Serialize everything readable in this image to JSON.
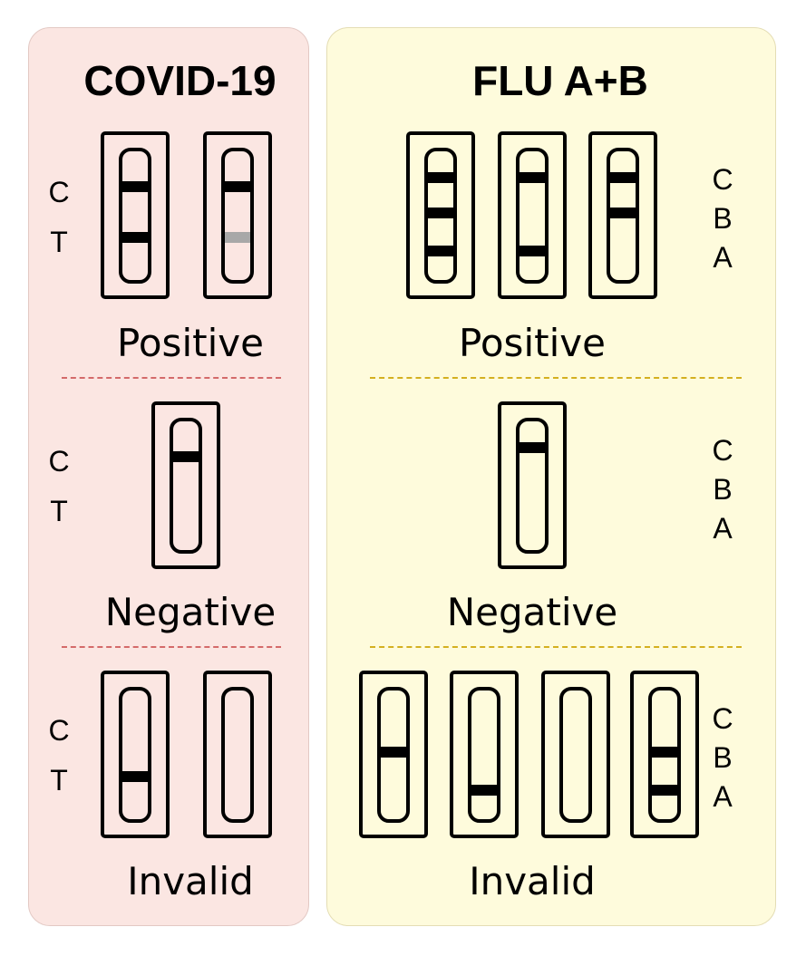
{
  "covid": {
    "title": "COVID-19",
    "lines": [
      "C",
      "T"
    ],
    "sections": [
      {
        "result": "Positive",
        "strips": [
          {
            "bands": {
              "C": "strong",
              "T": "strong"
            }
          },
          {
            "bands": {
              "C": "strong",
              "T": "faint"
            }
          }
        ]
      },
      {
        "result": "Negative",
        "strips": [
          {
            "bands": {
              "C": "strong"
            }
          }
        ]
      },
      {
        "result": "Invalid",
        "strips": [
          {
            "bands": {
              "T": "strong"
            }
          },
          {
            "bands": {}
          }
        ]
      }
    ],
    "colors": {
      "panel": "#fbe6e2",
      "divider": "#d46a6a"
    }
  },
  "flu": {
    "title": "FLU A+B",
    "lines": [
      "C",
      "B",
      "A"
    ],
    "sections": [
      {
        "result": "Positive",
        "strips": [
          {
            "bands": {
              "C": "strong",
              "B": "strong",
              "A": "strong"
            }
          },
          {
            "bands": {
              "C": "strong",
              "A": "strong"
            }
          },
          {
            "bands": {
              "C": "strong",
              "B": "strong"
            }
          }
        ]
      },
      {
        "result": "Negative",
        "strips": [
          {
            "bands": {
              "C": "strong"
            }
          }
        ]
      },
      {
        "result": "Invalid",
        "strips": [
          {
            "bands": {
              "B": "strong"
            }
          },
          {
            "bands": {
              "A": "strong"
            }
          },
          {
            "bands": {}
          },
          {
            "bands": {
              "B": "strong",
              "A": "strong"
            }
          }
        ]
      }
    ],
    "colors": {
      "panel": "#fefbdc",
      "divider": "#d4b020"
    }
  },
  "colors": {
    "band_strong": "#000000",
    "band_faint": "#a8a8a8"
  }
}
